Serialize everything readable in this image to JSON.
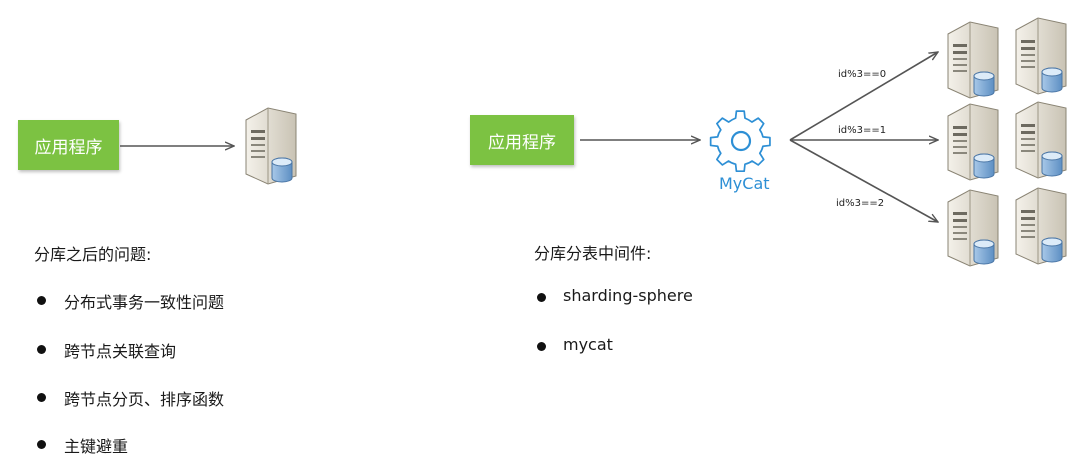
{
  "left": {
    "app_label": "应用程序",
    "heading": "分库之后的问题:",
    "bullets": [
      "分布式事务一致性问题",
      "跨节点关联查询",
      "跨节点分页、排序函数",
      "主键避重"
    ]
  },
  "right": {
    "app_label": "应用程序",
    "middleware_label": "MyCat",
    "heading": "分库分表中间件:",
    "bullets": [
      "sharding-sphere",
      "mycat"
    ],
    "routes": [
      "id%3==0",
      "id%3==1",
      "id%3==2"
    ]
  },
  "colors": {
    "app_box": "#7cc242",
    "mycat": "#2d8fd5"
  },
  "icons": {
    "server": "server-database-icon",
    "gear": "gear-icon"
  }
}
